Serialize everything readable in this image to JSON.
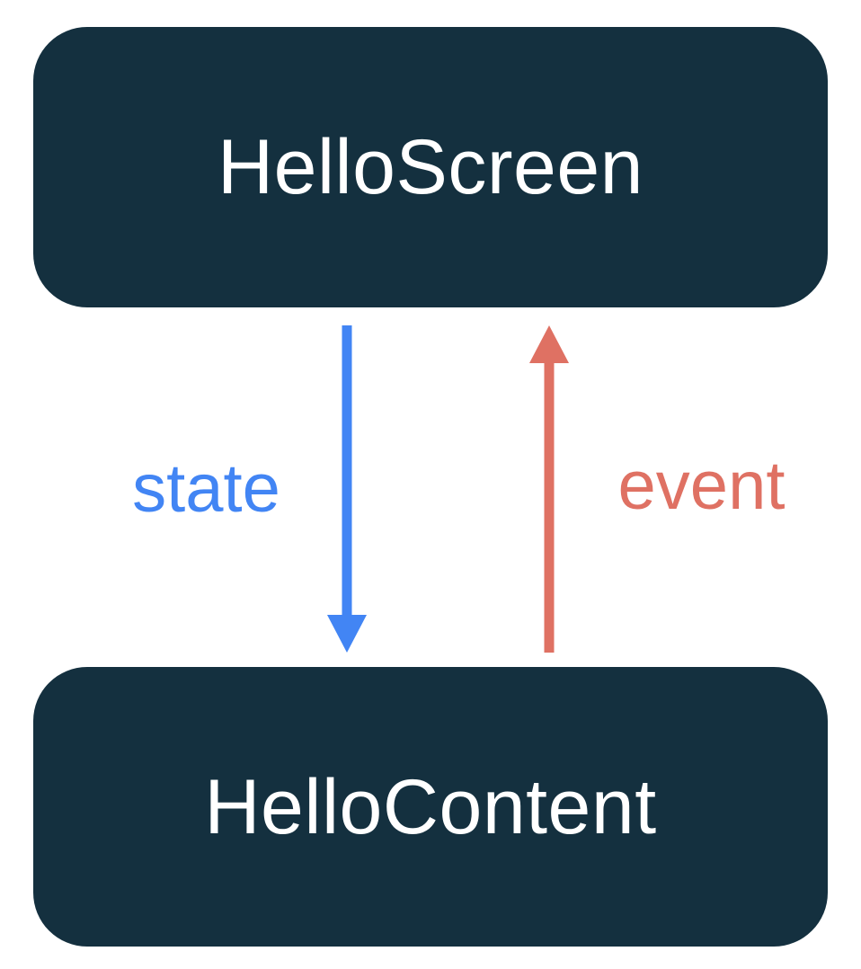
{
  "diagram": {
    "top_box": {
      "label": "HelloScreen"
    },
    "bottom_box": {
      "label": "HelloContent"
    },
    "arrows": {
      "state": {
        "label": "state",
        "direction": "down",
        "from": "HelloScreen",
        "to": "HelloContent"
      },
      "event": {
        "label": "event",
        "direction": "up",
        "from": "HelloContent",
        "to": "HelloScreen"
      }
    }
  },
  "colors": {
    "box-bg": "#14303F",
    "box-text": "#FFFFFF",
    "state-color": "#4285F4",
    "event-color": "#DF7163"
  }
}
